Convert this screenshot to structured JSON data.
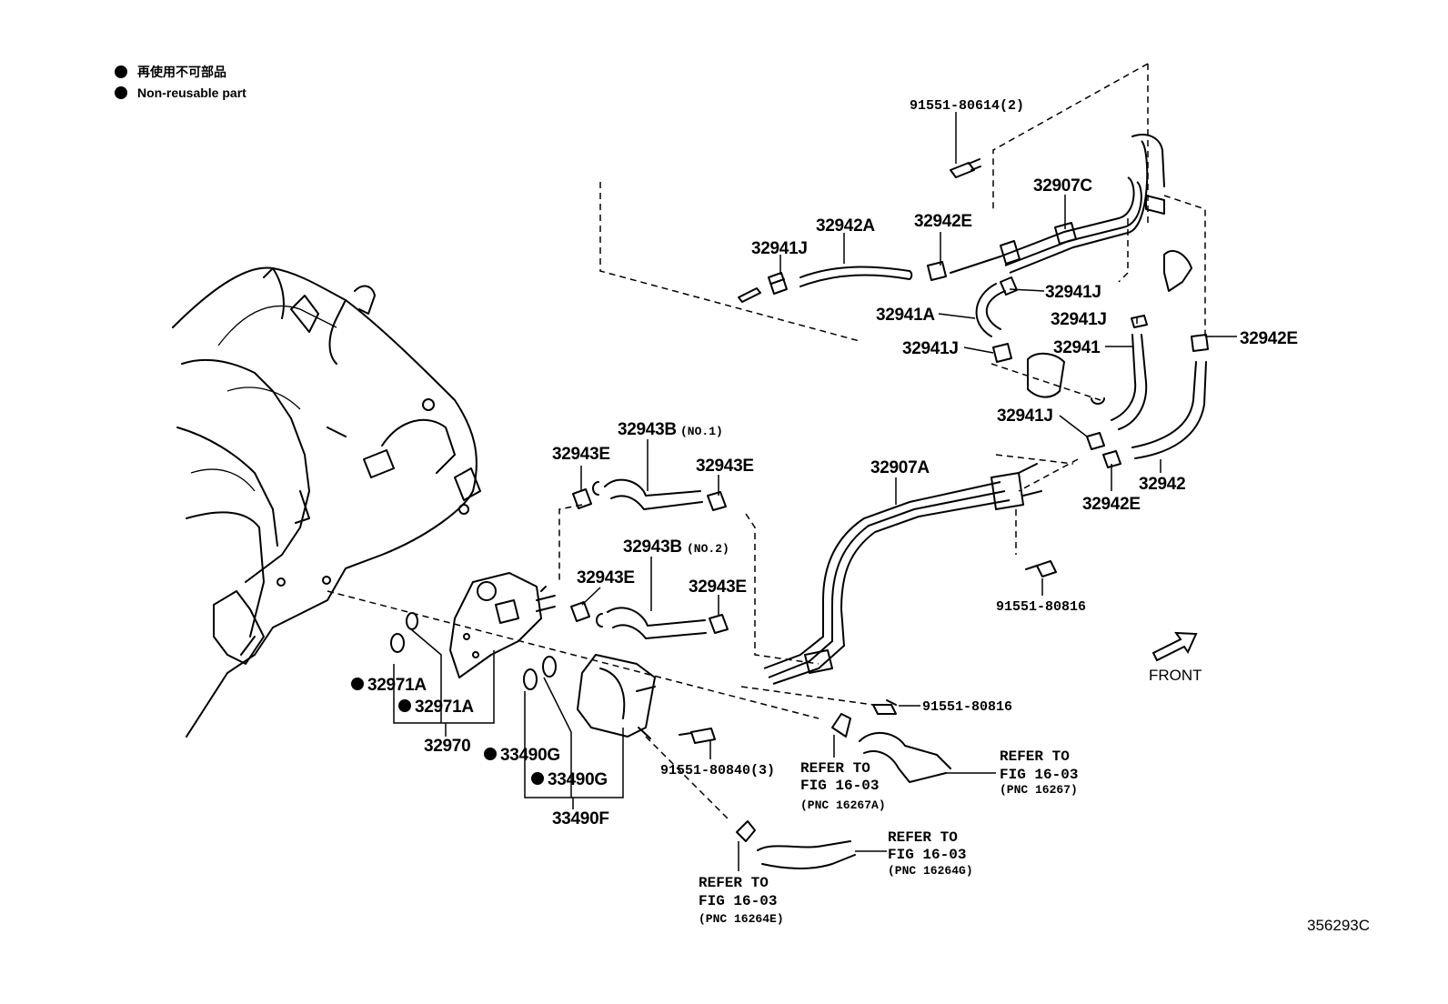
{
  "legend": {
    "marker": "●",
    "line_jp": "再使用不可部品",
    "line_en": "Non-reusable part"
  },
  "parts": {
    "bolt_top": "91551-80614(2)",
    "p32907C": "32907C",
    "p32942A": "32942A",
    "p32942E_top": "32942E",
    "p32941J_top_left": "32941J",
    "p32941J_mid": "32941J",
    "p32941A": "32941A",
    "p32941J_upper_right": "32941J",
    "p32941J_left": "32941J",
    "p32941": "32941",
    "p32942E_right": "32942E",
    "p32941J_lower": "32941J",
    "p32942": "32942",
    "p32942E_lower": "32942E",
    "p32907A": "32907A",
    "p32943B_no1": "32943B",
    "no1": "(NO.1)",
    "p32943E_a": "32943E",
    "p32943E_b": "32943E",
    "p32943B_no2": "32943B",
    "no2": "(NO.2)",
    "p32943E_c": "32943E",
    "p32943E_d": "32943E",
    "bolt_right": "91551-80816",
    "bolt_mid": "91551-80816",
    "bolt_cooler": "91551-80840(3)",
    "p32971A_a": "32971A",
    "p32971A_b": "32971A",
    "p32970": "32970",
    "p33490G_a": "33490G",
    "p33490G_b": "33490G",
    "p33490F": "33490F"
  },
  "refs": {
    "ref1": {
      "l1": "REFER TO",
      "l2": "FIG 16-03",
      "l3": "(PNC 16267A)"
    },
    "ref2": {
      "l1": "REFER TO",
      "l2": "FIG 16-03",
      "l3": "(PNC 16267)"
    },
    "ref3": {
      "l1": "REFER TO",
      "l2": "FIG 16-03",
      "l3": "(PNC 16264G)"
    },
    "ref4": {
      "l1": "REFER TO",
      "l2": "FIG 16-03",
      "l3": "(PNC 16264E)"
    }
  },
  "front_label": "FRONT",
  "figure_id": "356293C",
  "non_reusable_marks": [
    "32971A",
    "32971A",
    "33490G",
    "33490G"
  ]
}
